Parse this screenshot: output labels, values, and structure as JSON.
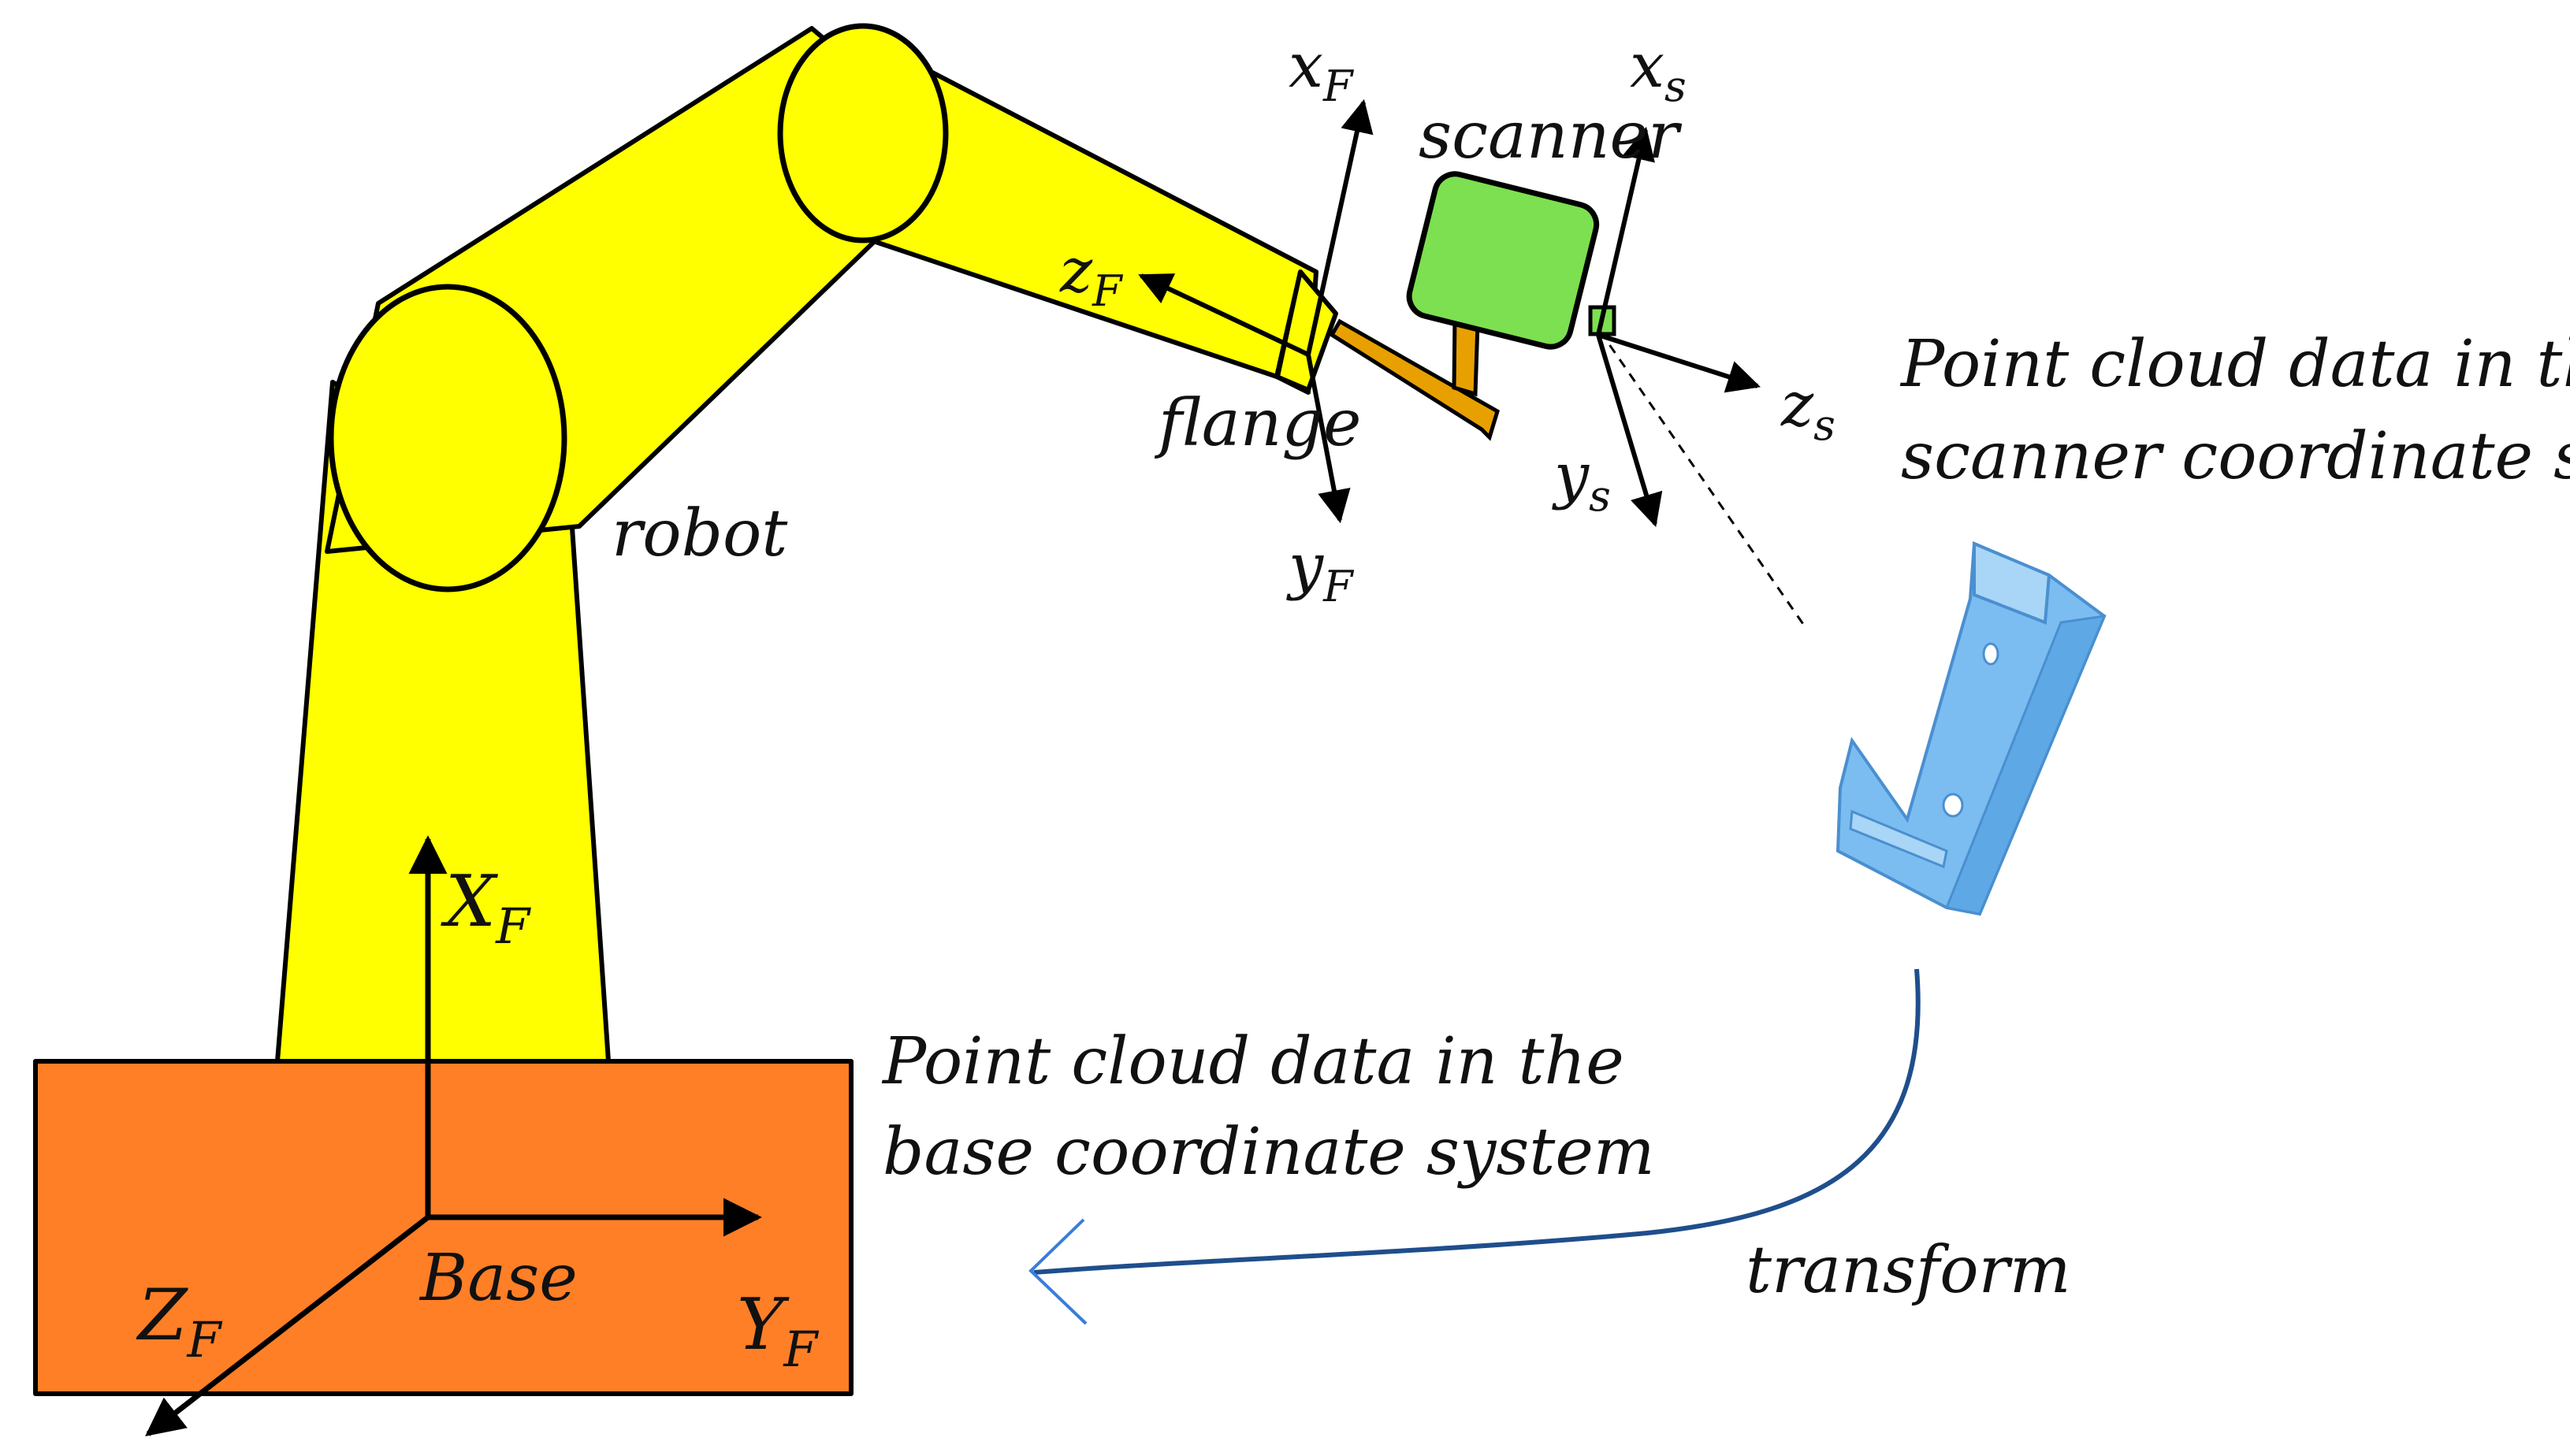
{
  "labels": {
    "robot": "robot",
    "scanner": "scanner",
    "flange": "flange",
    "base": "Base",
    "transform": "transform",
    "scanner_note_line1": "Point cloud data in the",
    "scanner_note_line2": "scanner coordinate system",
    "base_note_line1": "Point cloud data in the",
    "base_note_line2": "base coordinate system"
  },
  "flange_axes": {
    "x": {
      "main": "x",
      "sub": "F"
    },
    "y": {
      "main": "y",
      "sub": "F"
    },
    "z": {
      "main": "z",
      "sub": "F"
    }
  },
  "scanner_axes": {
    "x": {
      "main": "x",
      "sub": "s"
    },
    "y": {
      "main": "y",
      "sub": "s"
    },
    "z": {
      "main": "z",
      "sub": "s"
    }
  },
  "base_axes": {
    "x": {
      "main": "X",
      "sub": "F"
    },
    "y": {
      "main": "Y",
      "sub": "F"
    },
    "z": {
      "main": "Z",
      "sub": "F"
    }
  },
  "colors": {
    "robot_arm": "#FFFF00",
    "base_block": "#FF7F27",
    "scanner_body": "#7CE050",
    "mount": "#E8A000",
    "point_cloud_part": "#7BBDF0",
    "transform_arrow": "#1F4E8C",
    "arrowhead_light": "#3A7DD8"
  }
}
